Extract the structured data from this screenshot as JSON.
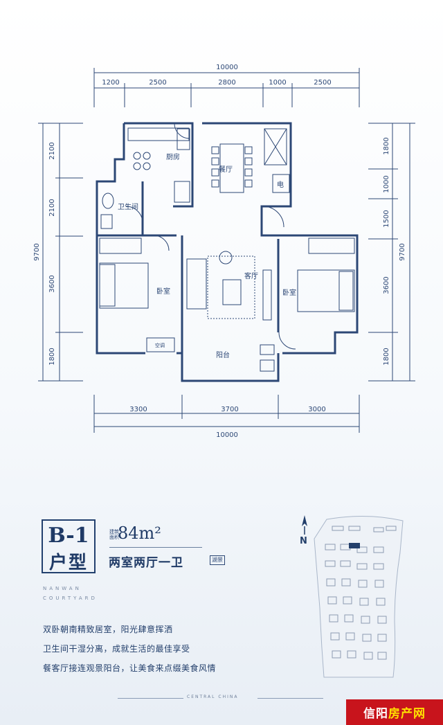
{
  "floor_plan": {
    "top_total": "10000",
    "top_segments": [
      "1200",
      "2500",
      "2800",
      "1000",
      "2500"
    ],
    "bottom_segments": [
      "3300",
      "3700",
      "3000"
    ],
    "bottom_total": "10000",
    "left_segments": [
      "2100",
      "2100",
      "3600",
      "1800"
    ],
    "left_total": "9700",
    "right_segments": [
      "1800",
      "1000",
      "1500",
      "3600",
      "1800"
    ],
    "right_total": "9700",
    "rooms": {
      "kitchen": "厨房",
      "dining": "餐厅",
      "elevator": "电",
      "bathroom": "卫生间",
      "living": "客厅",
      "bedroom_left": "卧室",
      "bedroom_right": "卧室",
      "balcony": "阳台",
      "ac": "空调"
    }
  },
  "unit": {
    "code": "B-1",
    "type_label": "户型",
    "area_label": "建筑面积",
    "area_value": "84",
    "area_unit": "m²",
    "room_config": "两室两厅一卫",
    "tag": "湖景"
  },
  "project_en": [
    "NANWAN",
    "COURTYARD"
  ],
  "features": [
    "双卧朝南精致居室，阳光肆意挥洒",
    "卫生间干湿分离，成就生活的最佳享受",
    "餐客厅接连观景阳台，让美食来点缀美食风情"
  ],
  "site_map": {
    "north_label": "N"
  },
  "footer": {
    "text": "CENTRAL CHINA"
  },
  "watermark": {
    "part1": "信阳",
    "part2": "房产网"
  }
}
